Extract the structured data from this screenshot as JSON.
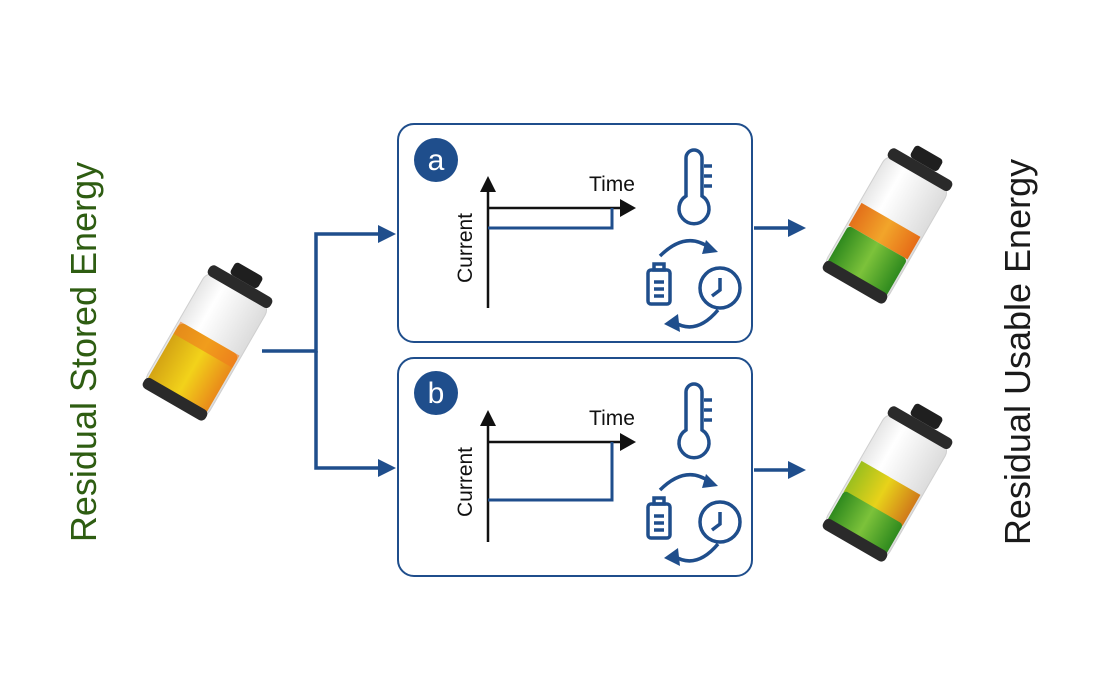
{
  "left_label": "Residual Stored Energy",
  "right_label": "Residual Usable Energy",
  "panels": [
    {
      "badge": "a",
      "x_axis_label": "Time",
      "y_axis_label": "Current"
    },
    {
      "badge": "b",
      "x_axis_label": "Time",
      "y_axis_label": "Current"
    }
  ],
  "colors": {
    "accent": "#1f4e8c",
    "left_label": "#2e5d12",
    "right_label": "#1a1a1a"
  },
  "icons": [
    "battery-icon",
    "thermometer-icon",
    "clock-icon",
    "cycle-arrows-icon"
  ]
}
